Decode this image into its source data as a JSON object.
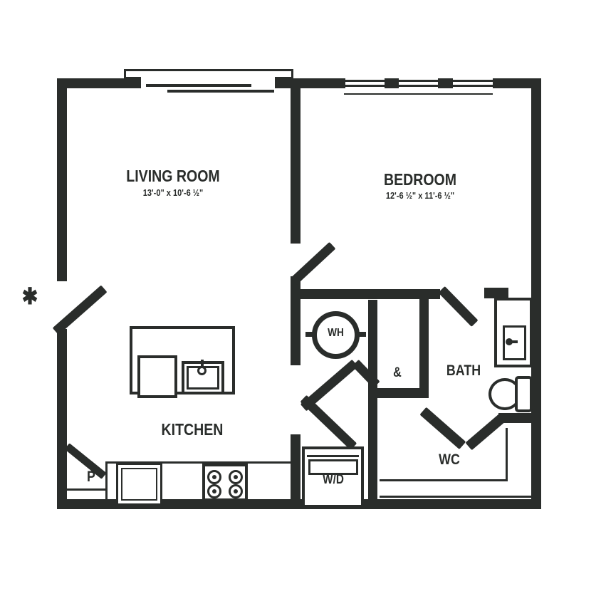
{
  "colors": {
    "ink": "#2a2d2b",
    "background": "#ffffff"
  },
  "rooms": {
    "living_room": {
      "label": "LIVING ROOM",
      "dimensions": "13'-0\" x 10'-6 ½\""
    },
    "bedroom": {
      "label": "BEDROOM",
      "dimensions": "12'-6 ½\" x 11'-6 ½\""
    },
    "kitchen": {
      "label": "KITCHEN"
    },
    "bath": {
      "label": "BATH"
    },
    "walk_in_closet": {
      "label": "WC"
    }
  },
  "fixtures": {
    "washer_dryer": {
      "label": "W/D"
    },
    "water_heater": {
      "label": "WH"
    },
    "pantry": {
      "label": "P"
    },
    "linen_closet": {
      "label": "&"
    },
    "entry_marker": {
      "label": "✱"
    }
  }
}
